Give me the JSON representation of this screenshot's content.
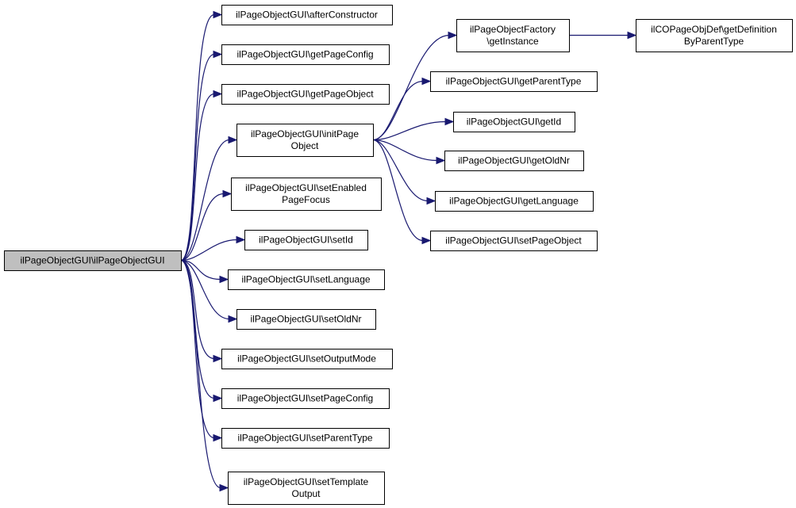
{
  "nodes": {
    "root": [
      "ilPageObjectGUI\\ilPageObjectGUI"
    ],
    "afterConstructor": [
      "ilPageObjectGUI\\afterConstructor"
    ],
    "getPageConfig": [
      "ilPageObjectGUI\\getPageConfig"
    ],
    "getPageObject": [
      "ilPageObjectGUI\\getPageObject"
    ],
    "initPageObject": [
      "ilPageObjectGUI\\initPage",
      "Object"
    ],
    "setEnabledPageFocus": [
      "ilPageObjectGUI\\setEnabled",
      "PageFocus"
    ],
    "setId": [
      "ilPageObjectGUI\\setId"
    ],
    "setLanguage": [
      "ilPageObjectGUI\\setLanguage"
    ],
    "setOldNr": [
      "ilPageObjectGUI\\setOldNr"
    ],
    "setOutputMode": [
      "ilPageObjectGUI\\setOutputMode"
    ],
    "setPageConfig": [
      "ilPageObjectGUI\\setPageConfig"
    ],
    "setParentType": [
      "ilPageObjectGUI\\setParentType"
    ],
    "setTemplateOutput": [
      "ilPageObjectGUI\\setTemplate",
      "Output"
    ],
    "factoryGetInstance": [
      "ilPageObjectFactory",
      "\\getInstance"
    ],
    "getDefinitionByParentType": [
      "ilCOPageObjDef\\getDefinition",
      "ByParentType"
    ],
    "getParentType": [
      "ilPageObjectGUI\\getParentType"
    ],
    "getId": [
      "ilPageObjectGUI\\getId"
    ],
    "getOldNr": [
      "ilPageObjectGUI\\getOldNr"
    ],
    "getLanguage": [
      "ilPageObjectGUI\\getLanguage"
    ],
    "setPageObject": [
      "ilPageObjectGUI\\setPageObject"
    ]
  },
  "edges": [
    [
      "root",
      "afterConstructor"
    ],
    [
      "root",
      "getPageConfig"
    ],
    [
      "root",
      "getPageObject"
    ],
    [
      "root",
      "initPageObject"
    ],
    [
      "root",
      "setEnabledPageFocus"
    ],
    [
      "root",
      "setId"
    ],
    [
      "root",
      "setLanguage"
    ],
    [
      "root",
      "setOldNr"
    ],
    [
      "root",
      "setOutputMode"
    ],
    [
      "root",
      "setPageConfig"
    ],
    [
      "root",
      "setParentType"
    ],
    [
      "root",
      "setTemplateOutput"
    ],
    [
      "initPageObject",
      "factoryGetInstance"
    ],
    [
      "initPageObject",
      "getParentType"
    ],
    [
      "initPageObject",
      "getId"
    ],
    [
      "initPageObject",
      "getOldNr"
    ],
    [
      "initPageObject",
      "getLanguage"
    ],
    [
      "initPageObject",
      "setPageObject"
    ],
    [
      "factoryGetInstance",
      "getDefinitionByParentType"
    ]
  ],
  "colors": {
    "edge": "#191970",
    "root_fill": "#bfbfbf",
    "node_fill": "#ffffff",
    "node_stroke": "#000000"
  }
}
